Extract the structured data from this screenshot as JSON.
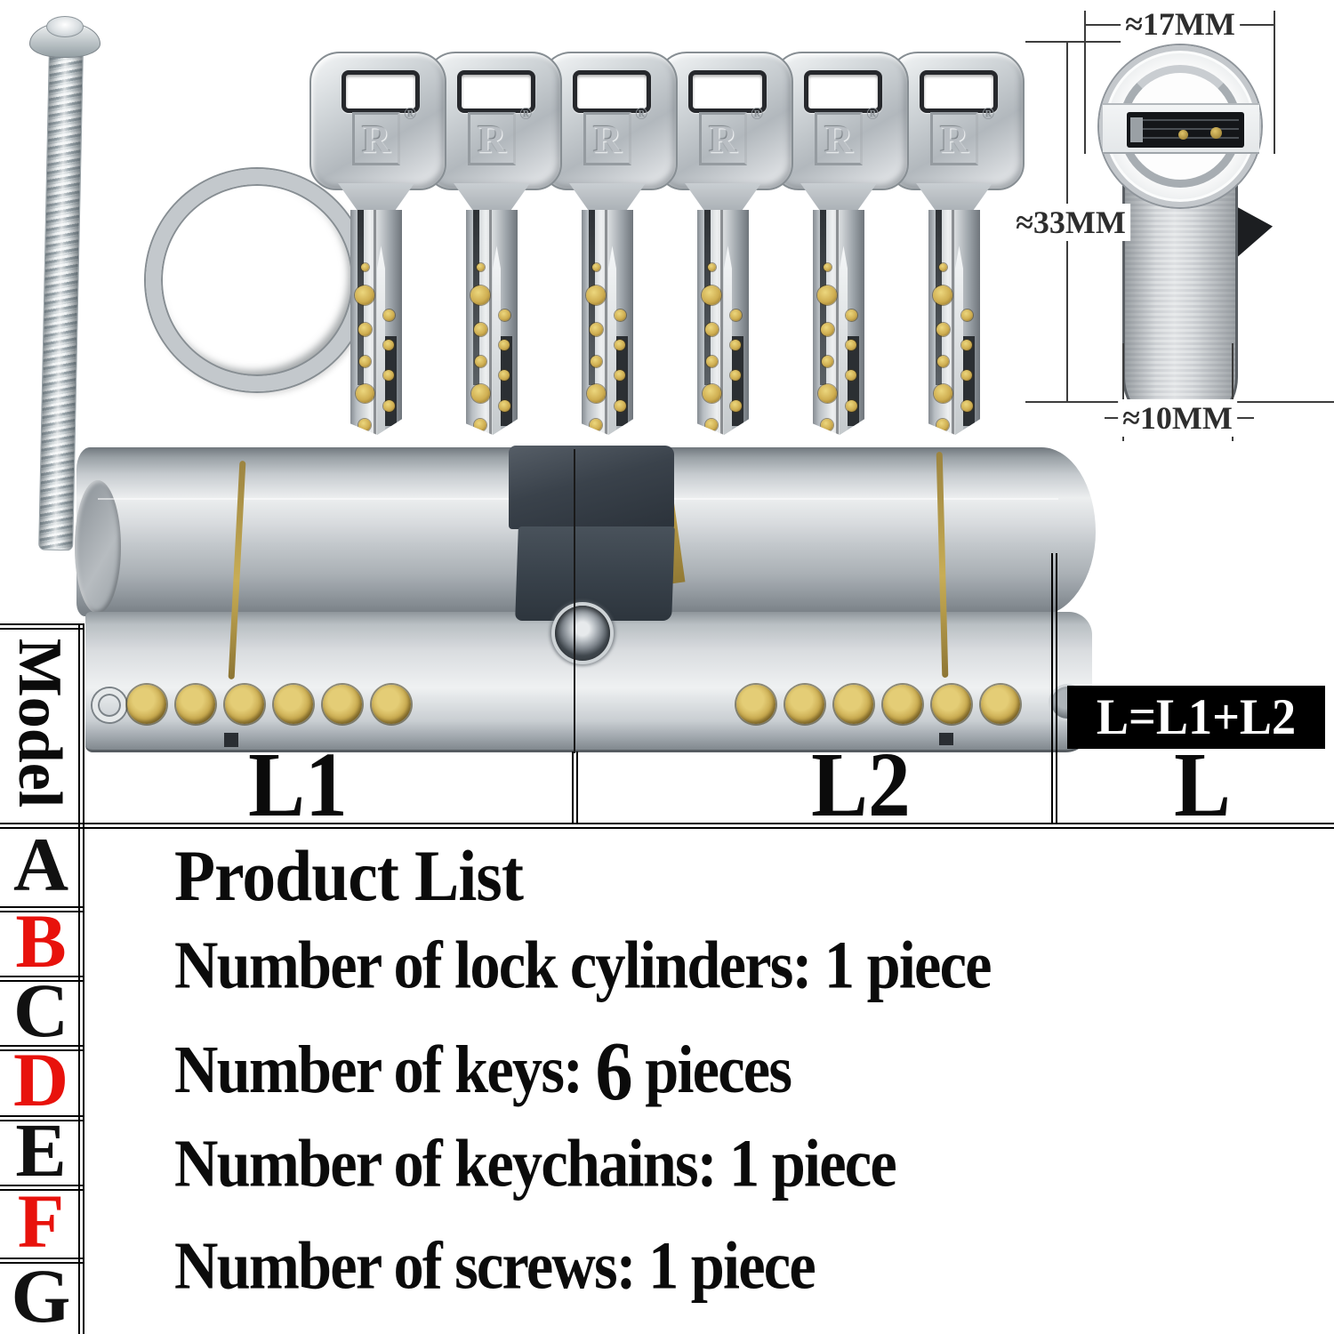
{
  "labels": {
    "model": "Model",
    "l1": "L1",
    "l2": "L2",
    "l": "L",
    "formula": "L=L1+L2"
  },
  "dimensions": {
    "top_width": "≈17MM",
    "height": "≈33MM",
    "bottom_width": "≈10MM"
  },
  "key": {
    "count": 6,
    "logo": "R",
    "trademark": "®"
  },
  "cylinder": {
    "left_pin_count": 6,
    "right_pin_count": 6
  },
  "model_rows": [
    {
      "letter": "A",
      "color": "#111111"
    },
    {
      "letter": "B",
      "color": "#e8120c"
    },
    {
      "letter": "C",
      "color": "#111111"
    },
    {
      "letter": "D",
      "color": "#e8120c"
    },
    {
      "letter": "E",
      "color": "#111111"
    },
    {
      "letter": "F",
      "color": "#e8120c"
    },
    {
      "letter": "G",
      "color": "#111111"
    }
  ],
  "product_list": {
    "title": "Product List",
    "cylinders": "Number of lock cylinders: 1 piece",
    "keys_prefix": "Number of keys: ",
    "keys_count": "6",
    "keys_suffix": " pieces",
    "keychains": "Number of keychains: 1 piece",
    "screws": "Number of screws: 1 piece"
  },
  "colors": {
    "accent_red": "#e8120c",
    "text_black": "#111111",
    "brass": "#c9a84c"
  }
}
